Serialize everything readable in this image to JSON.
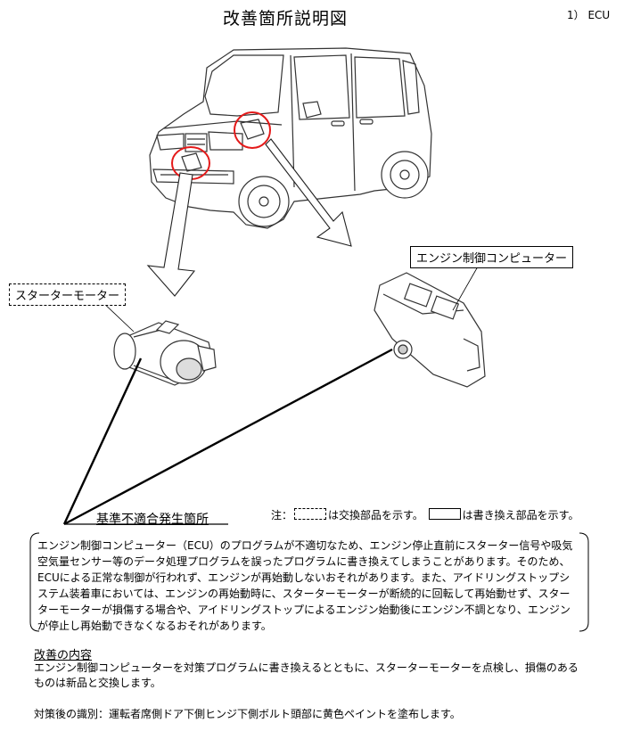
{
  "title": "改善箇所説明図",
  "item_no": "1） ECU",
  "labels": {
    "starter_motor": "スターターモーター",
    "ecu": "エンジン制御コンピューター"
  },
  "nonconformity": "基準不適合発生箇所",
  "legend": {
    "prefix": "注：",
    "dashed_text": "は交換部品を示す。",
    "solid_text": "は書き換え部品を示す。"
  },
  "description": "エンジン制御コンピューター（ECU）のプログラムが不適切なため、エンジン停止直前にスターター信号や吸気空気量センサー等のデータ処理プログラムを誤ったプログラムに書き換えてしまうことがあります。そのため、ECUによる正常な制御が行われず、エンジンが再始動しないおそれがあります。また、アイドリングストップシステム装着車においては、エンジンの再始動時に、スターターモーターが断続的に回転して再始動せず、スターターモーターが損傷する場合や、アイドリングストップによるエンジン始動後にエンジン不調となり、エンジンが停止し再始動できなくなるおそれがあります。",
  "remedy": {
    "heading": "改善の内容",
    "body": "エンジン制御コンピューターを対策プログラムに書き換えるとともに、スターターモーターを点検し、損傷のあるものは新品と交換します。"
  },
  "identification": "対策後の識別：運転者席側ドア下側ヒンジ下側ボルト頭部に黄色ペイントを塗布します。"
}
